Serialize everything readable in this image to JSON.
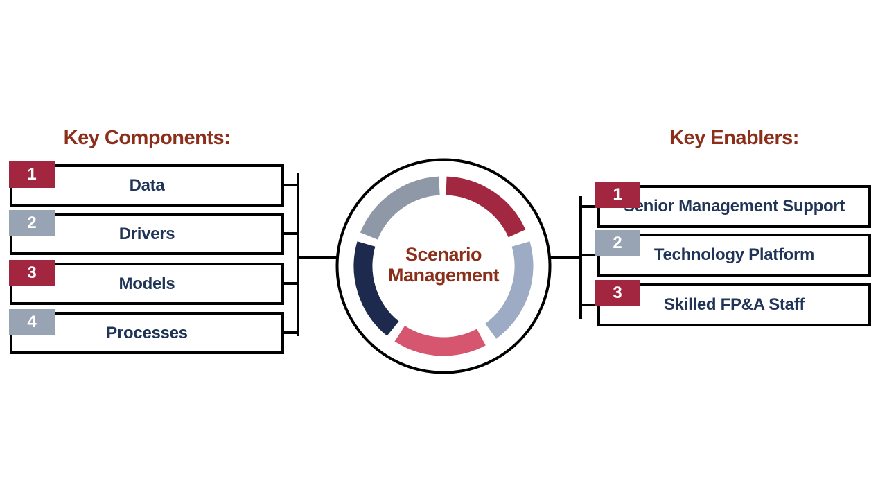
{
  "colors": {
    "brick": "#8B2F1B",
    "navy": "#1F3456",
    "line-black": "#000000",
    "badge-crimson": "#A32640",
    "badge-gray": "#98A3B4"
  },
  "left_panel": {
    "heading": "Key Components:",
    "items": [
      {
        "number": "1",
        "label": "Data",
        "badge_color": "#A32640"
      },
      {
        "number": "2",
        "label": "Drivers",
        "badge_color": "#98A3B4"
      },
      {
        "number": "3",
        "label": "Models",
        "badge_color": "#A32640"
      },
      {
        "number": "4",
        "label": "Processes",
        "badge_color": "#98A3B4"
      }
    ]
  },
  "right_panel": {
    "heading": "Key Enablers:",
    "items": [
      {
        "number": "1",
        "label": "Senior Management Support",
        "badge_color": "#A32640"
      },
      {
        "number": "2",
        "label": "Technology Platform",
        "badge_color": "#98A3B4"
      },
      {
        "number": "3",
        "label": "Skilled FP&A Staff",
        "badge_color": "#A32640"
      }
    ]
  },
  "center": {
    "title_line1": "Scenario",
    "title_line2": "Management",
    "title_color": "#8B2F1B",
    "ring": {
      "outer_circle_color": "#000000",
      "segments": [
        {
          "name": "segment-top-right-crimson",
          "color": "#A22741",
          "start_deg": 2,
          "end_deg": 66
        },
        {
          "name": "segment-right-bluegray",
          "color": "#9DACC4",
          "start_deg": 74,
          "end_deg": 144
        },
        {
          "name": "segment-bottom-pink",
          "color": "#D6566F",
          "start_deg": 152,
          "end_deg": 213
        },
        {
          "name": "segment-left-navy",
          "color": "#1D2A4D",
          "start_deg": 219,
          "end_deg": 286
        },
        {
          "name": "segment-top-left-gray",
          "color": "#8E98A6",
          "start_deg": 292,
          "end_deg": 357
        }
      ]
    }
  }
}
